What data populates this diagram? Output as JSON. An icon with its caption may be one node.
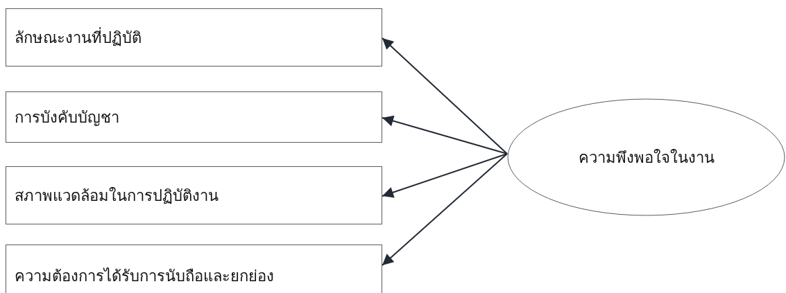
{
  "diagram": {
    "nodes": [
      {
        "text": [
          "ลักษณะงานที่ปฏิบัติ"
        ]
      },
      {
        "text": [
          "การบังคับบัญชา"
        ]
      },
      {
        "text": [
          "สภาพแวดล้อมในการปฏิบัติงาน"
        ]
      },
      {
        "text": [
          "ความต้องการได้รับการนับถือและยกย่อง"
        ]
      },
      {
        "text": [
          "ความพึงพอใจในงาน"
        ]
      }
    ],
    "edges": [
      {
        "from": 4,
        "to": 0,
        "arrow": "to"
      },
      {
        "from": 4,
        "to": 1,
        "arrow": "to"
      },
      {
        "from": 4,
        "to": 2,
        "arrow": "to"
      },
      {
        "from": 4,
        "to": 3,
        "arrow": "to"
      }
    ]
  }
}
